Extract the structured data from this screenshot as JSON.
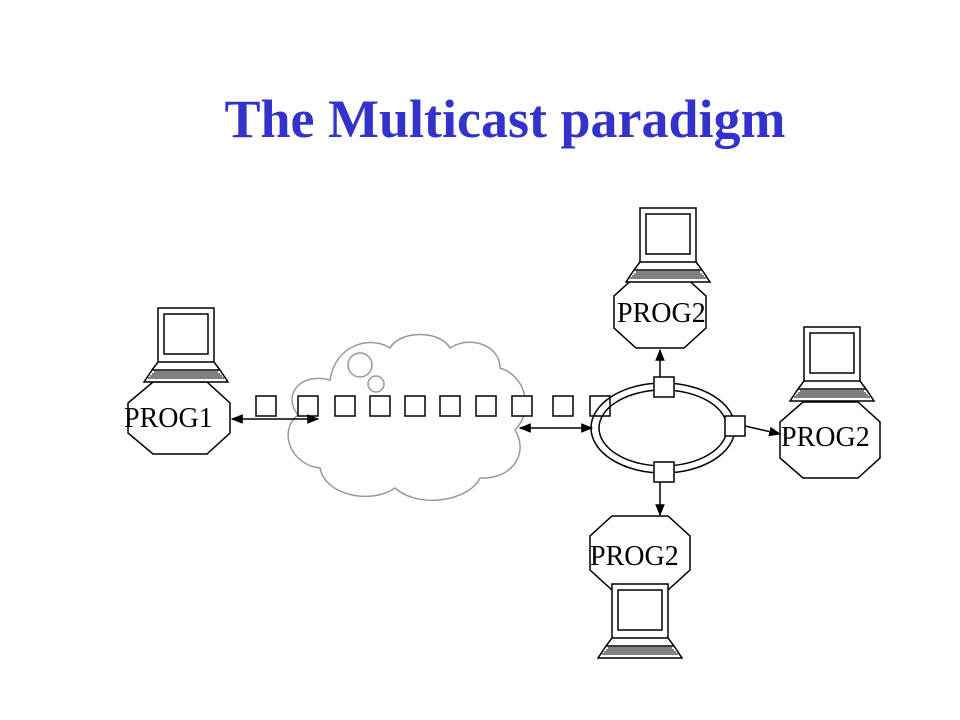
{
  "slide": {
    "title": "The Multicast paradigm",
    "title_color": "#3333cc"
  },
  "nodes": {
    "sender": {
      "label": "PROG1",
      "icon": "computer-icon"
    },
    "receiver_top": {
      "label": "PROG2",
      "icon": "computer-icon"
    },
    "receiver_right": {
      "label": "PROG2",
      "icon": "computer-icon"
    },
    "receiver_bottom": {
      "label": "PROG2",
      "icon": "computer-icon"
    }
  },
  "network": {
    "cloud_icon": "cloud-icon",
    "packet_count": 10,
    "ring_icon": "ring-network-icon"
  }
}
